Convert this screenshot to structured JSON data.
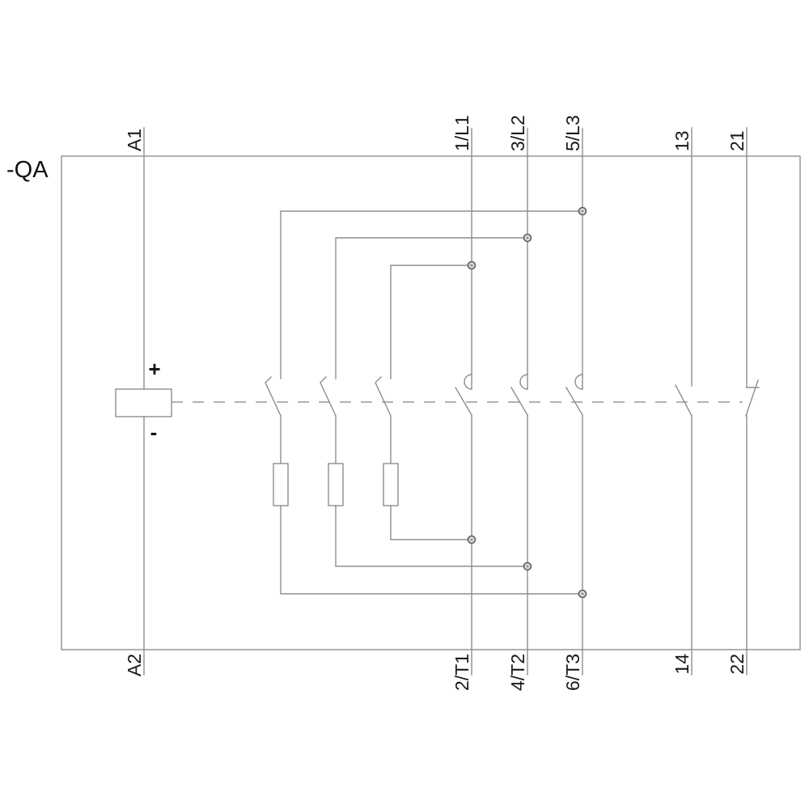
{
  "device_label": "-QA",
  "coil": {
    "plus_label": "+",
    "minus_label": "-"
  },
  "terminals": {
    "top": [
      {
        "label": "A1"
      },
      {
        "label": "1/L1"
      },
      {
        "label": "3/L2"
      },
      {
        "label": "5/L3"
      },
      {
        "label": "13"
      },
      {
        "label": "21"
      }
    ],
    "bottom": [
      {
        "label": "A2"
      },
      {
        "label": "2/T1"
      },
      {
        "label": "4/T2"
      },
      {
        "label": "6/T3"
      },
      {
        "label": "14"
      },
      {
        "label": "22"
      }
    ]
  },
  "components": {
    "coil_terminals": "A1-A2",
    "main_poles": [
      "1/L1-2/T1",
      "3/L2-4/T2",
      "5/L3-6/T3"
    ],
    "aux_no_contact": "13-14",
    "aux_nc_contact": "21-22",
    "precharge_resistor_branches": 3
  },
  "colors": {
    "line": "#8e8e8e",
    "text": "#1a1a1a",
    "background": "#ffffff",
    "junction_stroke": "#5f5f5f",
    "junction_fill": "#d9d9d9"
  }
}
